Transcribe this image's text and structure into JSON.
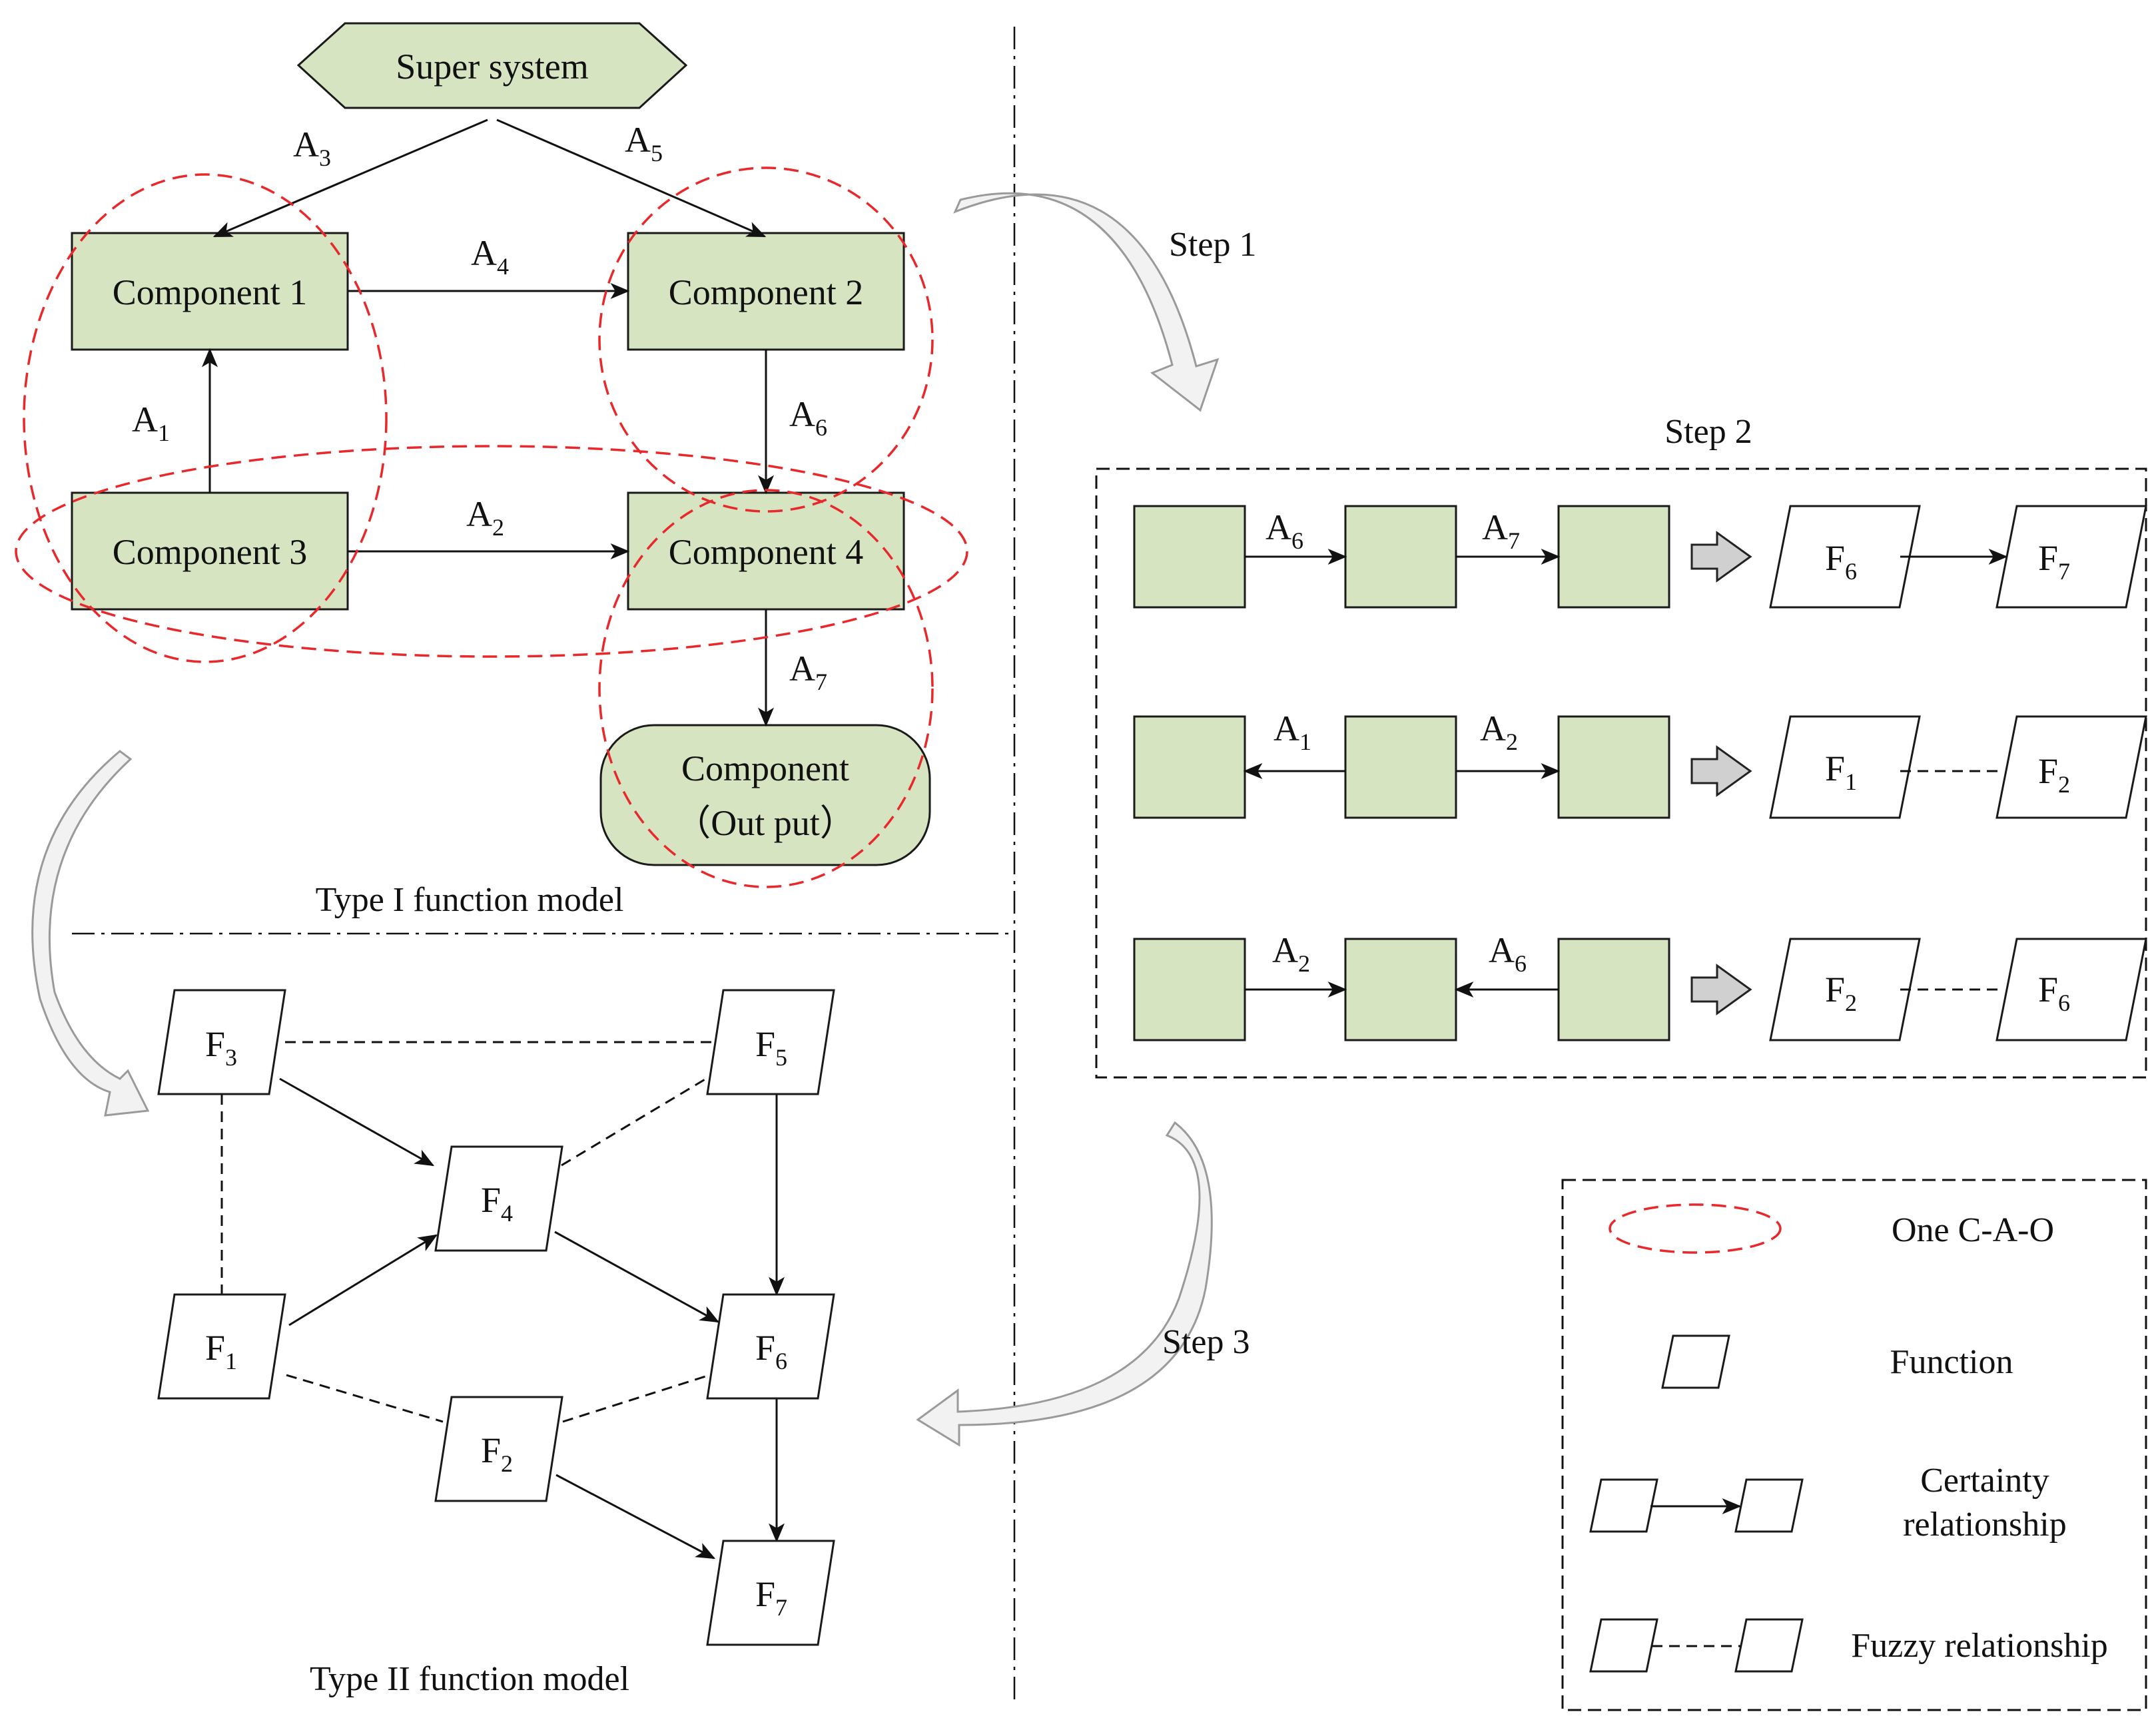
{
  "type1": {
    "title": "Type I function model",
    "super_system": "Super system",
    "component1": "Component 1",
    "component2": "Component 2",
    "component3": "Component 3",
    "component4": "Component 4",
    "output_line1": "Component",
    "output_line2": "（Out put）",
    "actions": {
      "a1": {
        "letter": "A",
        "sub": "1"
      },
      "a2": {
        "letter": "A",
        "sub": "2"
      },
      "a3": {
        "letter": "A",
        "sub": "3"
      },
      "a4": {
        "letter": "A",
        "sub": "4"
      },
      "a5": {
        "letter": "A",
        "sub": "5"
      },
      "a6": {
        "letter": "A",
        "sub": "6"
      },
      "a7": {
        "letter": "A",
        "sub": "7"
      }
    }
  },
  "steps": {
    "step1": "Step 1",
    "step2": "Step 2",
    "step3": "Step 3"
  },
  "step2_rows": [
    {
      "a_left": {
        "letter": "A",
        "sub": "6"
      },
      "a_right": {
        "letter": "A",
        "sub": "7"
      },
      "f_left": {
        "letter": "F",
        "sub": "6"
      },
      "f_right": {
        "letter": "F",
        "sub": "7"
      },
      "relation": "certainty"
    },
    {
      "a_left": {
        "letter": "A",
        "sub": "1"
      },
      "a_right": {
        "letter": "A",
        "sub": "2"
      },
      "f_left": {
        "letter": "F",
        "sub": "1"
      },
      "f_right": {
        "letter": "F",
        "sub": "2"
      },
      "relation": "fuzzy"
    },
    {
      "a_left": {
        "letter": "A",
        "sub": "2"
      },
      "a_right": {
        "letter": "A",
        "sub": "6"
      },
      "f_left": {
        "letter": "F",
        "sub": "2"
      },
      "f_right": {
        "letter": "F",
        "sub": "6"
      },
      "relation": "fuzzy"
    }
  ],
  "type2": {
    "title": "Type II function model",
    "functions": {
      "f1": {
        "letter": "F",
        "sub": "1"
      },
      "f2": {
        "letter": "F",
        "sub": "2"
      },
      "f3": {
        "letter": "F",
        "sub": "3"
      },
      "f4": {
        "letter": "F",
        "sub": "4"
      },
      "f5": {
        "letter": "F",
        "sub": "5"
      },
      "f6": {
        "letter": "F",
        "sub": "6"
      },
      "f7": {
        "letter": "F",
        "sub": "7"
      }
    }
  },
  "legend": {
    "cao": "One C-A-O",
    "function": "Function",
    "certainty_line1": "Certainty",
    "certainty_line2": "relationship",
    "fuzzy": "Fuzzy relationship"
  },
  "colors": {
    "component_fill": "#d6e4c2",
    "cao_outline": "#e8282b"
  }
}
